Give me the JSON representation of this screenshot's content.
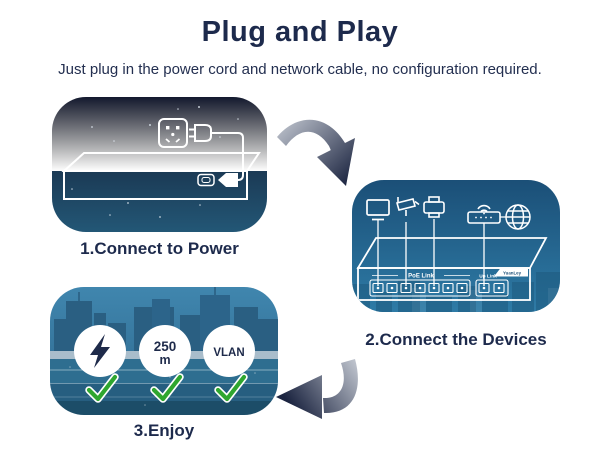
{
  "header": {
    "title": "Plug and Play",
    "subtitle": "Just plug in the power cord and network cable, no configuration required."
  },
  "steps": {
    "step1_label": "1.Connect to Power",
    "step2_label": "2.Connect the Devices",
    "step3_label": "3.Enjoy"
  },
  "switch": {
    "poe_link_label": "PoE Link",
    "uplink_label": "Up Link",
    "brand_label": "YuanLey"
  },
  "features": {
    "power_icon": "lightning-icon",
    "distance_value": "250",
    "distance_unit": "m",
    "vlan_label": "VLAN"
  },
  "colors": {
    "title_navy": "#1d2a4c",
    "panel1_gradient_top": "#13192e",
    "panel1_gradient_bottom": "#235776",
    "panel2_gradient_top": "#1b4f77",
    "panel2_gradient_bottom": "#2e7ba6",
    "panel3_sky": "#3a7ea6",
    "check_green": "#2fa62f",
    "arrow_light": "#c6cbd4",
    "arrow_dark": "#1b2440",
    "line_art": "#ffffff"
  }
}
